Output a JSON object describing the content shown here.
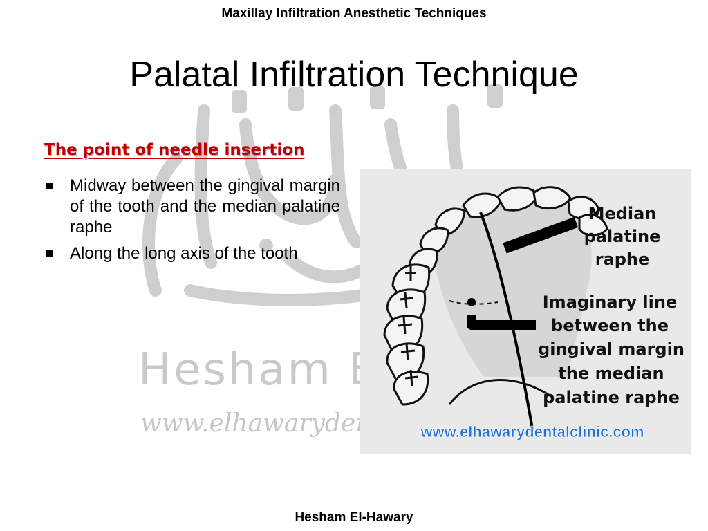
{
  "header": "Maxillay Infiltration Anesthetic Techniques",
  "title": "Palatal Infiltration Technique",
  "section": {
    "heading": "The point of  needle insertion",
    "bullets": [
      "Midway between the gingival margin of the tooth and the median palatine raphe",
      "Along the  long axis of the tooth"
    ]
  },
  "figure": {
    "label_median_lines": [
      "Median",
      "palatine",
      "raphe"
    ],
    "label_imaginary_lines": [
      "Imaginary line",
      "between the",
      "gingival margin",
      "the median",
      "palatine raphe"
    ],
    "url": "www.elhawarydentalclinic.com"
  },
  "watermark": {
    "name": "Hesham El-Hawary",
    "url": "www.elhawarydentalclinic.com"
  },
  "footer": "Hesham El-Hawary",
  "colors": {
    "heading": "#c00000",
    "figure_url": "#1f6fd6",
    "watermark": "#c8c8c8"
  }
}
